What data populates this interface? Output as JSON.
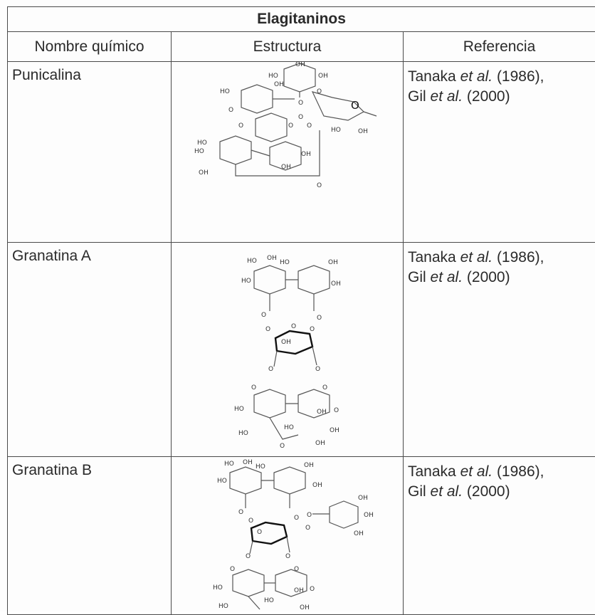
{
  "table": {
    "title": "Elagitaninos",
    "headers": [
      "Nombre químico",
      "Estructura",
      "Referencia"
    ],
    "rows": [
      {
        "name": "Punicalina",
        "ref_a": "Tanaka",
        "ref_a_italic": "et al.",
        "ref_a_year": "(1986),",
        "ref_b": "Gil",
        "ref_b_italic": "et al.",
        "ref_b_year": "(2000)",
        "structure_icon": "punicalin-structure-icon"
      },
      {
        "name": "Granatina A",
        "ref_a": "Tanaka",
        "ref_a_italic": "et al.",
        "ref_a_year": "(1986),",
        "ref_b": "Gil",
        "ref_b_italic": "et al.",
        "ref_b_year": "(2000)",
        "structure_icon": "granatin-a-structure-icon"
      },
      {
        "name": "Granatina B",
        "ref_a": "Tanaka",
        "ref_a_italic": "et al.",
        "ref_a_year": "(1986),",
        "ref_b": "Gil",
        "ref_b_italic": "et al.",
        "ref_b_year": "(2000)",
        "structure_icon": "granatin-b-structure-icon"
      }
    ]
  },
  "atoms": {
    "oh": "OH",
    "ho": "HO",
    "o": "O"
  }
}
